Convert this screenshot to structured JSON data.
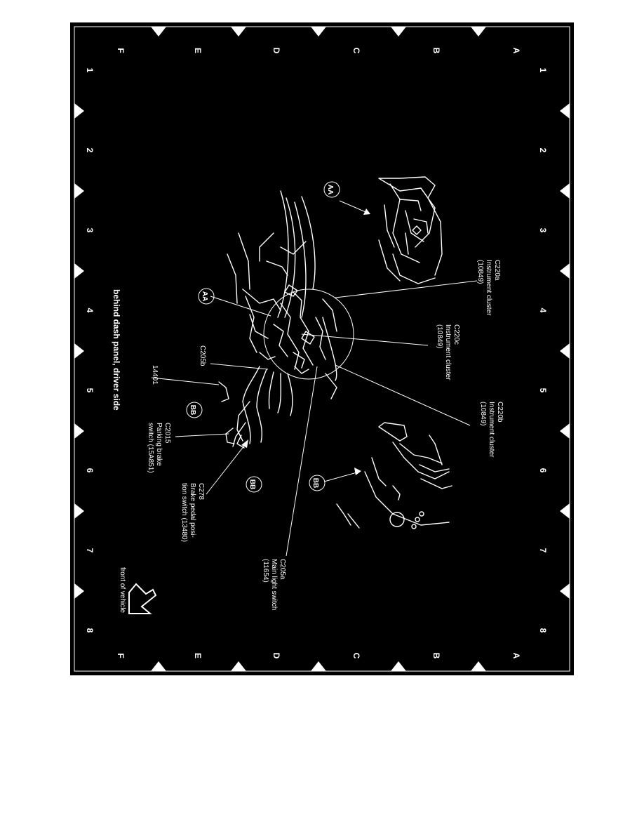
{
  "diagram": {
    "caption": "behind dash panel, driver side",
    "orientation_label": "front of vehicle",
    "grid": {
      "rows": [
        "A",
        "B",
        "C",
        "D",
        "E",
        "F"
      ],
      "columns": [
        "1",
        "2",
        "3",
        "4",
        "5",
        "6",
        "7",
        "8"
      ]
    },
    "callouts": [
      {
        "id": "c220a",
        "code": "C220a",
        "desc": "Instrument cluster",
        "part": "(10849)"
      },
      {
        "id": "c220c",
        "code": "C220c",
        "desc": "Instrument cluster",
        "part": "(10849)"
      },
      {
        "id": "c220b",
        "code": "C220b",
        "desc": "Instrument cluster",
        "part": "(10849)"
      },
      {
        "id": "c205b",
        "code": "C205b",
        "desc": "",
        "part": ""
      },
      {
        "id": "p14401",
        "code": "14401",
        "desc": "",
        "part": ""
      },
      {
        "id": "c2015",
        "code": "C2015",
        "desc": "Parking brake",
        "part": "switch (15A851)"
      },
      {
        "id": "c278",
        "code": "C278",
        "desc": "Brake pedal posi-",
        "part": "tion switch (13480)"
      },
      {
        "id": "c205a",
        "code": "C205a",
        "desc": "Main light switch",
        "part": "(11654)"
      }
    ],
    "view_markers": {
      "aa": "AA",
      "bb": "BB"
    }
  }
}
